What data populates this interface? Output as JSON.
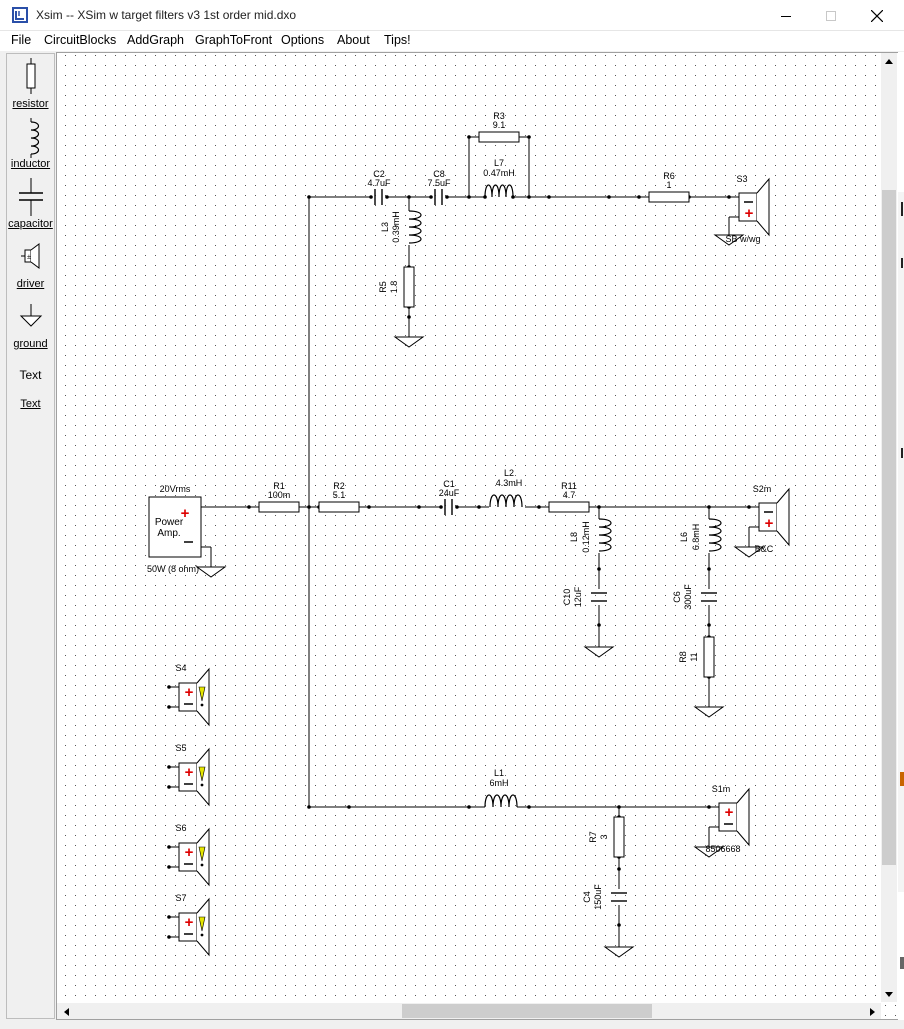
{
  "window": {
    "title": "Xsim -- XSim w target filters v3 1st order mid.dxo",
    "icon": "xsim-app-icon"
  },
  "menu": [
    "File",
    "CircuitBlocks",
    "AddGraph",
    "GraphToFront",
    "Options",
    "About",
    "Tips!"
  ],
  "palette": {
    "resistor": "resistor",
    "inductor": "inductor",
    "capacitor": "capacitor",
    "driver": "driver",
    "ground": "ground",
    "text_icon": "Text",
    "text": "Text"
  },
  "schematic": {
    "amp": {
      "voltage": "20Vrms",
      "label_line1": "Power",
      "label_line2": "Amp.",
      "rating": "50W (8 ohm)"
    },
    "components": {
      "R1": {
        "name": "R1",
        "value": "100m"
      },
      "R2": {
        "name": "R2",
        "value": "5.1"
      },
      "C1": {
        "name": "C1",
        "value": "24uF"
      },
      "L2": {
        "name": "L2",
        "value": "4.3mH"
      },
      "R11": {
        "name": "R11",
        "value": "4.7"
      },
      "L8": {
        "name": "L8",
        "value": "0.12mH"
      },
      "C10": {
        "name": "C10",
        "value": "12uF"
      },
      "L6": {
        "name": "L6",
        "value": "6.8mH"
      },
      "C6": {
        "name": "C6",
        "value": "300uF"
      },
      "R8": {
        "name": "R8",
        "value": "11"
      },
      "C2": {
        "name": "C2",
        "value": "4.7uF"
      },
      "C8": {
        "name": "C8",
        "value": "7.5uF"
      },
      "L3": {
        "name": "L3",
        "value": "0.39mH"
      },
      "R5": {
        "name": "R5",
        "value": "1.8"
      },
      "R3": {
        "name": "R3",
        "value": "9.1"
      },
      "L7": {
        "name": "L7",
        "value": "0.47mH"
      },
      "R6": {
        "name": "R6",
        "value": "1"
      },
      "L1": {
        "name": "L1",
        "value": "6mH"
      },
      "R7": {
        "name": "R7",
        "value": "3"
      },
      "C4": {
        "name": "C4",
        "value": "150uF"
      }
    },
    "drivers": {
      "S3": {
        "name": "S3",
        "model": "SB w/wg"
      },
      "S2m": {
        "name": "S2m",
        "model": "B&C"
      },
      "S1m": {
        "name": "S1m",
        "model": "8506668"
      },
      "S4": {
        "name": "S4"
      },
      "S5": {
        "name": "S5"
      },
      "S6": {
        "name": "S6"
      },
      "S7": {
        "name": "S7"
      }
    },
    "colors": {
      "plus": "#dd0000",
      "warning": "#e6e600",
      "wire": "#000000",
      "grid_dot": "#555555"
    }
  }
}
